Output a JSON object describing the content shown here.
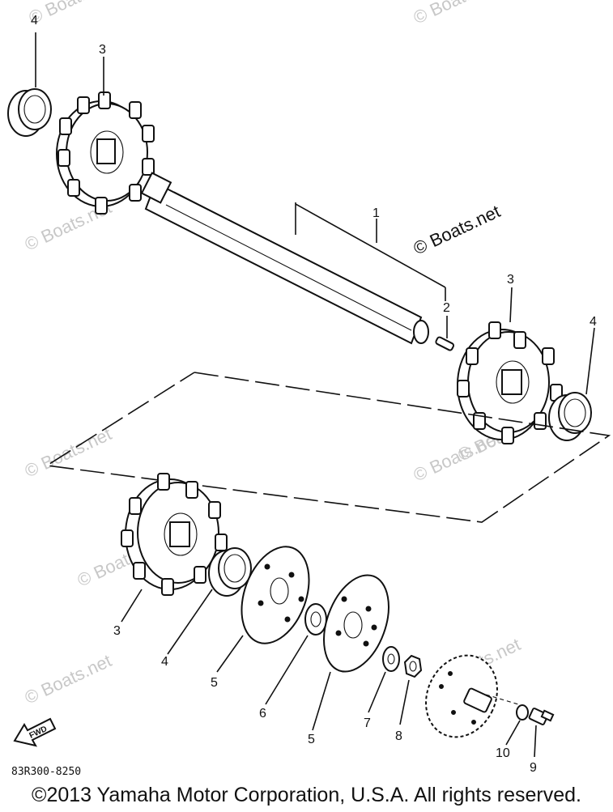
{
  "watermark": "© Boats.net",
  "labels": {
    "l1": "1",
    "l2": "2",
    "l3a": "3",
    "l3b": "3",
    "l3c": "3",
    "l4a": "4",
    "l4b": "4",
    "l4c": "4",
    "l5a": "5",
    "l5b": "5",
    "l6": "6",
    "l7": "7",
    "l8": "8",
    "l9": "9",
    "l10": "10"
  },
  "fwd_label": "FWD",
  "diagram_code": "83R300-8250",
  "copyright": "©2013 Yamaha Motor Corporation, U.S.A. All rights reserved."
}
